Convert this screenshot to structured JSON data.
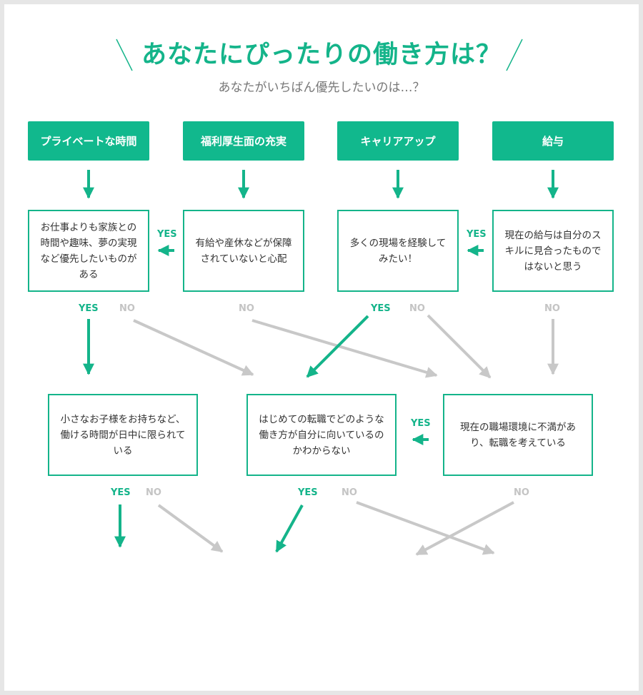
{
  "header": {
    "title": "あなたにぴったりの働き方は？",
    "subtitle": "あなたがいちばん優先したいのは…？"
  },
  "categories": [
    "プライベートな時間",
    "福利厚生面の充実",
    "キャリアアップ",
    "給与"
  ],
  "questions": {
    "q1": "お仕事よりも家族との時間や趣味、夢の実現など優先したいものがある",
    "q2": "有給や産休などが保障されていないと心配",
    "q3": "多くの現場を経験してみたい！",
    "q4": "現在の給与は自分のスキルに見合ったものではないと思う",
    "q5": "小さなお子様をお持ちなど、働ける時間が日中に限られている",
    "q6": "はじめての転職でどのような働き方が自分に向いているのかわからない",
    "q7": "現在の職場環境に不満があり、転職を考えている"
  },
  "labels": {
    "yes": "YES",
    "no": "NO"
  },
  "colors": {
    "accent": "#14b48a",
    "gray": "#c8c8c8",
    "text": "#333333"
  }
}
